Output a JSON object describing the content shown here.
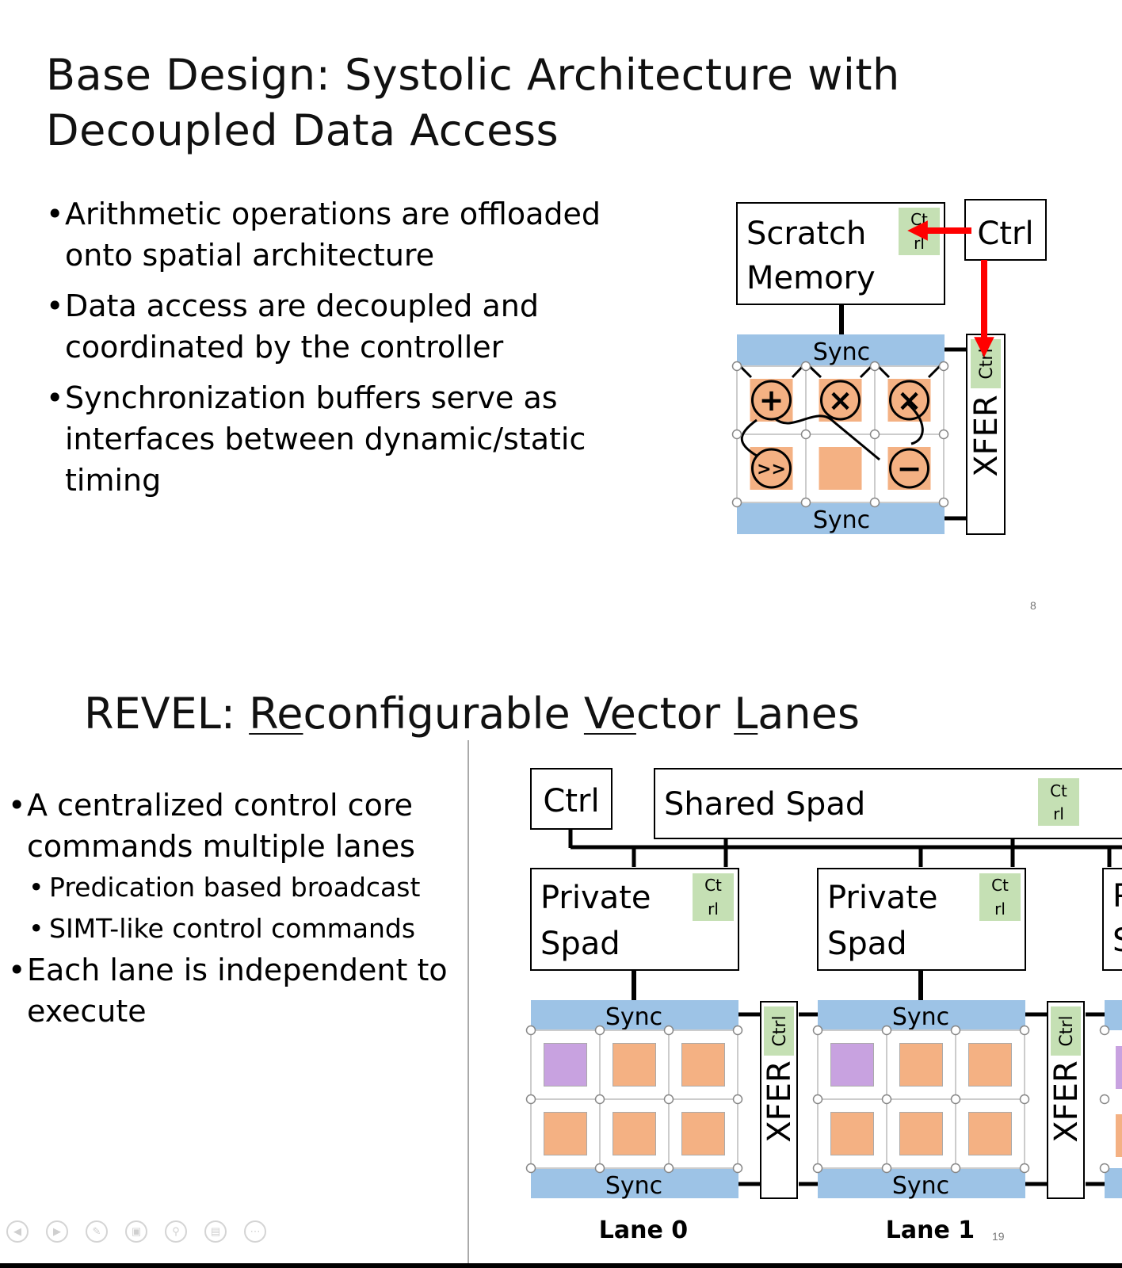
{
  "slide1": {
    "title_line1": "Base Design: Systolic Architecture with",
    "title_line2": "Decoupled Data Access",
    "bullets": [
      [
        "Arithmetic operations are offloaded",
        "onto spatial architecture"
      ],
      [
        "Data access are decoupled and",
        "coordinated by the controller"
      ],
      [
        "Synchronization buffers serve as",
        "interfaces between dynamic/static",
        "timing"
      ]
    ],
    "diagram": {
      "scratch_line1": "Scratch",
      "scratch_line2": "Memory",
      "ctrl_tag_line1": "Ct",
      "ctrl_tag_line2": "rl",
      "ctrl_label": "Ctrl",
      "sync_label": "Sync",
      "xfer_label": "XFER",
      "xfer_ctrl_tag": "Ctrl",
      "ops": [
        "+",
        "×",
        "×",
        ">>",
        "",
        "−"
      ],
      "colors": {
        "sync": "#9DC3E6",
        "pe": "#F4B183",
        "tag": "#C5E0B4",
        "arrow": "#FF0000"
      }
    },
    "page_number": "8"
  },
  "slide2": {
    "title_prefix": "REVEL: ",
    "title_parts": [
      {
        "u": "Re",
        "rest": "configurable "
      },
      {
        "u": "Ve",
        "rest": "ctor "
      },
      {
        "u": "L",
        "rest": "anes"
      }
    ],
    "bullets": [
      {
        "level": 1,
        "lines": [
          "A centralized control core",
          "commands multiple lanes"
        ]
      },
      {
        "level": 2,
        "lines": [
          "Predication based broadcast"
        ]
      },
      {
        "level": 2,
        "lines": [
          "SIMT-like control commands"
        ]
      },
      {
        "level": 1,
        "lines": [
          "Each lane is independent to",
          "execute"
        ]
      }
    ],
    "diagram": {
      "ctrl_label": "Ctrl",
      "shared_spad": "Shared Spad",
      "ctrl_tag_line1": "Ct",
      "ctrl_tag_line2": "rl",
      "private_line1": "Private",
      "private_line2": "Spad",
      "private_partial_line1": "P",
      "private_partial_line2": "S",
      "sync_label": "Sync",
      "xfer_label": "XFER",
      "xfer_ctrl_tag": "Ctrl",
      "lanes": [
        "Lane 0",
        "Lane 1"
      ],
      "colors": {
        "sync": "#9DC3E6",
        "pe": "#F4B183",
        "pe_special": "#C8A2E0",
        "tag": "#C5E0B4"
      }
    },
    "page_number": "19"
  },
  "nav": [
    "back-icon",
    "play-icon",
    "pen-icon",
    "slides-icon",
    "zoom-icon",
    "subtitle-icon",
    "more-icon"
  ]
}
